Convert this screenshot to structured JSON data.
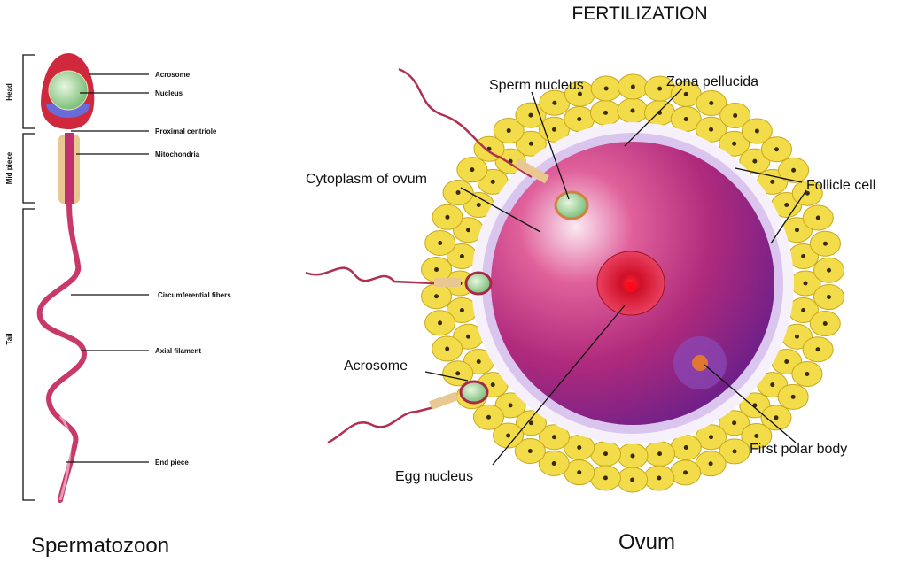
{
  "title": "FERTILIZATION",
  "spermatozoon": {
    "caption": "Spermatozoon",
    "sections": {
      "head": "Head",
      "mid_piece": "Mid piece",
      "tail": "Tail"
    },
    "labels": {
      "acrosome": "Acrosome",
      "nucleus": "Nucleus",
      "proximal_centriole": "Proximal centriole",
      "mitochondria": "Mitochondria",
      "circumferential_fibers": "Circumferential fibers",
      "axial_filament": "Axial filament",
      "end_piece": "End piece"
    }
  },
  "ovum": {
    "caption": "Ovum",
    "labels": {
      "sperm_nucleus": "Sperm nucleus",
      "zona_pellucida": "Zona pellucida",
      "cytoplasm": "Cytoplasm of ovum",
      "follicle_cell": "Follicle cell",
      "acrosome": "Acrosome",
      "first_polar_body": "First polar body",
      "egg_nucleus": "Egg nucleus"
    }
  },
  "colors": {
    "follicle": "#f2dc4a",
    "cytoplasm": "#a8308a",
    "zona": "#f4eefa",
    "nucleus": "#d8102a"
  }
}
